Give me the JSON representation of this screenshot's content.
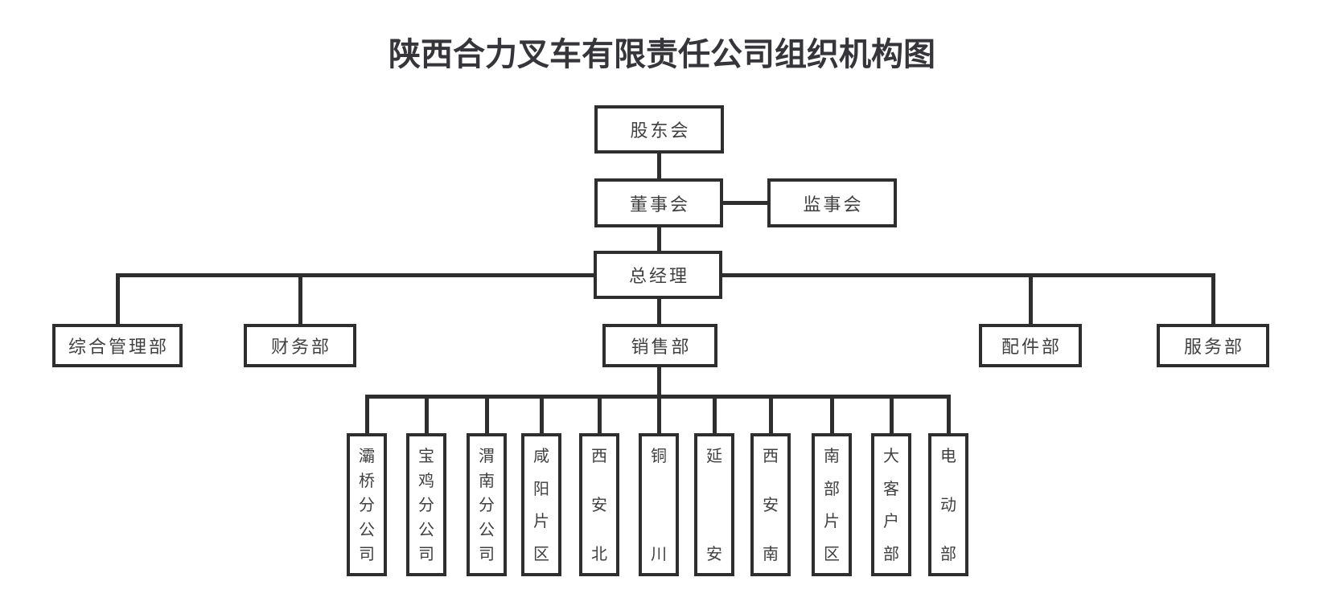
{
  "title": "陕西合力叉车有限责任公司组织机构图",
  "nodes": {
    "shareholders_meeting": {
      "label": "股东会"
    },
    "board_of_directors": {
      "label": "董事会"
    },
    "board_of_supervisors": {
      "label": "监事会"
    },
    "general_manager": {
      "label": "总经理"
    },
    "general_admin_dept": {
      "label": "综合管理部"
    },
    "finance_dept": {
      "label": "财务部"
    },
    "sales_dept": {
      "label": "销售部"
    },
    "parts_dept": {
      "label": "配件部"
    },
    "service_dept": {
      "label": "服务部"
    }
  },
  "sales_branches": [
    {
      "label": "灞桥分公司"
    },
    {
      "label": "宝鸡分公司"
    },
    {
      "label": "渭南分公司"
    },
    {
      "label": "咸阳片区"
    },
    {
      "label": "西安北"
    },
    {
      "label": "铜川"
    },
    {
      "label": "延安"
    },
    {
      "label": "西安南"
    },
    {
      "label": "南部片区"
    },
    {
      "label": "大客户部"
    },
    {
      "label": "电动部"
    }
  ],
  "colors": {
    "line": "#2e2e2e",
    "text": "#404040",
    "title": "#35353a",
    "background": "#ffffff"
  }
}
